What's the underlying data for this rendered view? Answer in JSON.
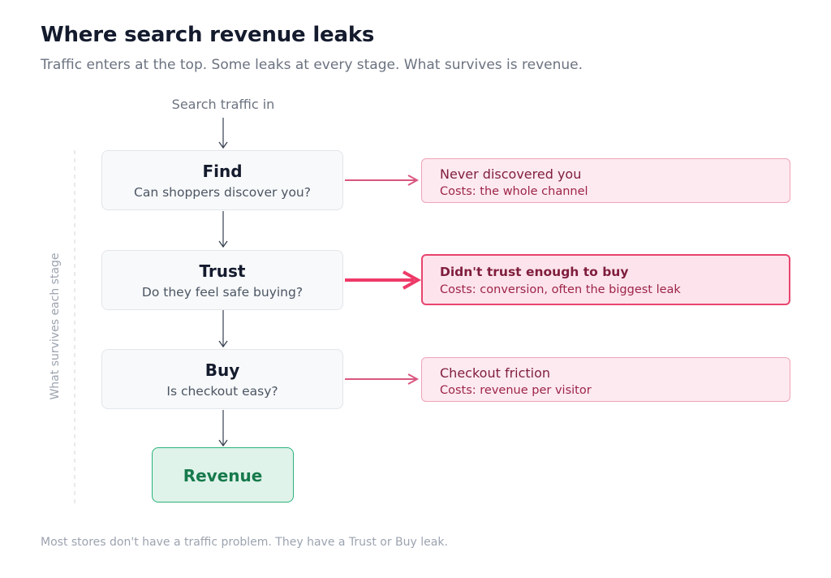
{
  "title": "Where search revenue leaks",
  "subtitle": "Traffic enters at the top. Some leaks at every stage. What survives is revenue.",
  "entry_label": "Search traffic in",
  "side_label": "What survives each stage",
  "stages": [
    {
      "name": "Find",
      "question": "Can shoppers discover you?"
    },
    {
      "name": "Trust",
      "question": "Do they feel safe buying?"
    },
    {
      "name": "Buy",
      "question": "Is checkout easy?"
    }
  ],
  "leaks": [
    {
      "title": "Never discovered you",
      "cost": "Costs: the whole channel",
      "emphasis": false
    },
    {
      "title": "Didn't trust enough to buy",
      "cost": "Costs: conversion, often the biggest leak",
      "emphasis": true
    },
    {
      "title": "Checkout friction",
      "cost": "Costs: revenue per visitor",
      "emphasis": false
    }
  ],
  "outcome": "Revenue",
  "footer": "Most stores don't have a traffic problem. They have a Trust or Buy leak.",
  "colors": {
    "leak_arrow": "#d9577f",
    "leak_arrow_emphasis": "#ee3a69",
    "flow_arrow": "#374151",
    "revenue_border": "#2bb37a"
  }
}
